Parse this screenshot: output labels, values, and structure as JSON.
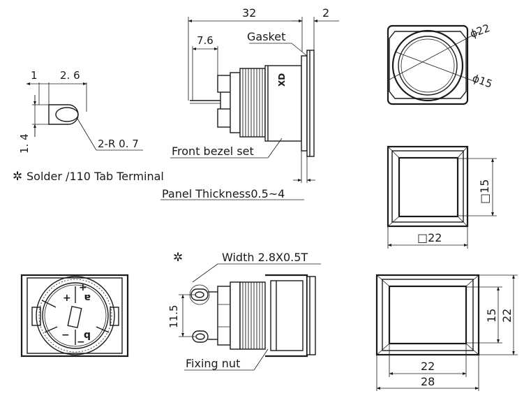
{
  "top_left": {
    "dim_1": "1",
    "dim_2_6": "2. 6",
    "dim_1_4": "1. 4",
    "radius": "2-R 0. 7",
    "terminal_note_symbol": "✲",
    "terminal_note": "Solder /110 Tab Terminal"
  },
  "side_view": {
    "dim_32": "32",
    "dim_2": "2",
    "dim_7_6": "7.6",
    "gasket": "Gasket",
    "front_bezel": "Front bezel set",
    "panel_thickness": "Panel Thickness0.5~4",
    "logo_text": "XD"
  },
  "front_round": {
    "dia_22": "ϕ22",
    "dia_15": "ϕ15"
  },
  "front_square": {
    "sq_15": "□15",
    "sq_22": "□22"
  },
  "back_view": {
    "plus_1": "+",
    "plus_2": "+",
    "minus_1": "−",
    "minus_2": "−",
    "letter_a": "a",
    "letter_b": "b"
  },
  "side_view_2": {
    "star": "✲",
    "width": "Width 2.8X0.5T",
    "dim_11_5": "11.5",
    "fixing_nut": "Fixing nut"
  },
  "front_rect": {
    "dim_15": "15",
    "dim_22_v": "22",
    "dim_22_h": "22",
    "dim_28": "28"
  }
}
